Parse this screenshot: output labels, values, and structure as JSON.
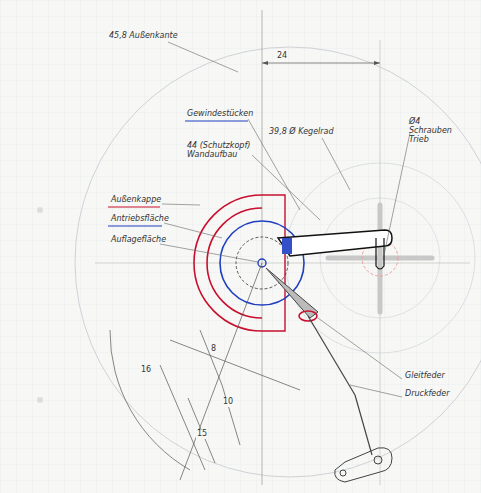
{
  "diagram": {
    "labels": [
      "45,8 Außenkante",
      "24",
      "Gewindestücken",
      "44 (Schutzkopf) Wandaufbau",
      "39,8 Ø Kegelrad",
      "Ø4 Schrauben Trieb",
      "Außenkappe",
      "Antriebsfläche",
      "Auflagefläche",
      "Gleitfeder",
      "Druckfeder",
      "16",
      "8",
      "10",
      "15"
    ]
  }
}
